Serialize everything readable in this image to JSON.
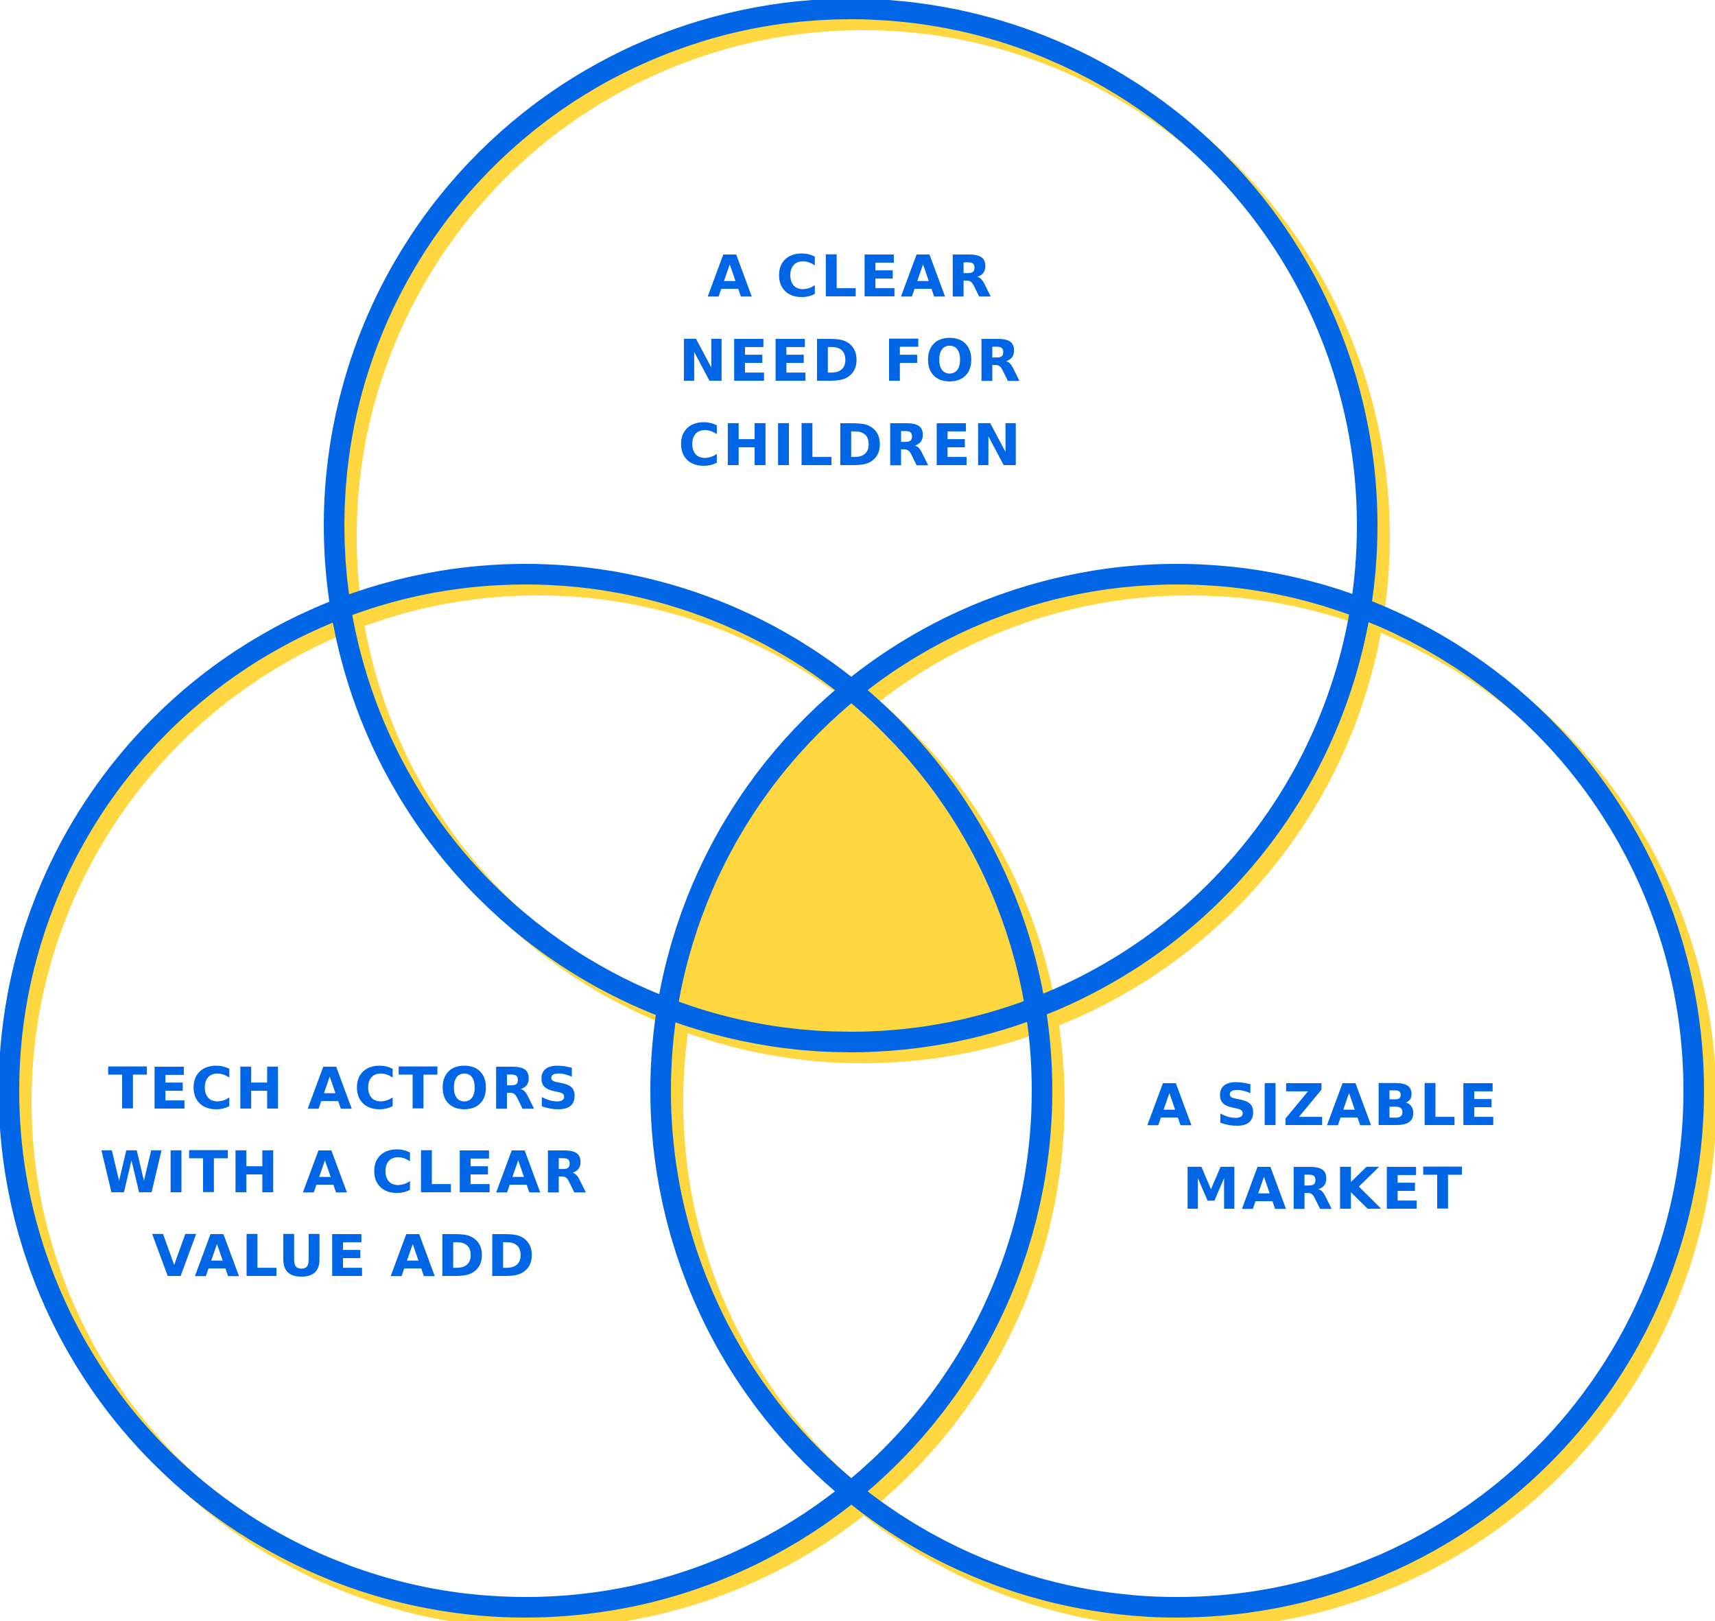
{
  "colors": {
    "outline": "#0066e6",
    "shadow": "#ffd740",
    "center_fill": "#ffd740",
    "background": "#ffffff",
    "label_text": "#0066e6"
  },
  "circles": {
    "top": {
      "label_lines": [
        "A CLEAR",
        "NEED FOR",
        "CHILDREN"
      ]
    },
    "left": {
      "label_lines": [
        "TECH ACTORS",
        "WITH A CLEAR",
        "VALUE ADD"
      ]
    },
    "right": {
      "label_lines": [
        "A SIZABLE",
        "MARKET"
      ]
    }
  }
}
